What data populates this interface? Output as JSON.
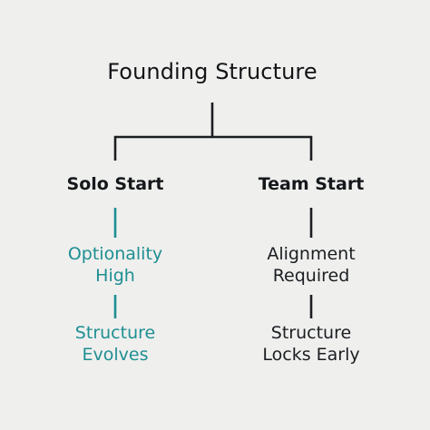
{
  "diagram": {
    "title": "Founding Structure",
    "branches": [
      {
        "title": "Solo Start",
        "nodes": [
          {
            "lines": [
              "Optionality",
              "High"
            ]
          },
          {
            "lines": [
              "Structure",
              "Evolves"
            ]
          }
        ]
      },
      {
        "title": "Team Start",
        "nodes": [
          {
            "lines": [
              "Alignment",
              "Required"
            ]
          },
          {
            "lines": [
              "Structure",
              "Locks Early"
            ]
          }
        ]
      }
    ]
  },
  "colors": {
    "background": "#efefee",
    "tree_lines": "#1b1e21",
    "solo_accent": "#1e8f92",
    "team_text": "#1b1e21"
  }
}
